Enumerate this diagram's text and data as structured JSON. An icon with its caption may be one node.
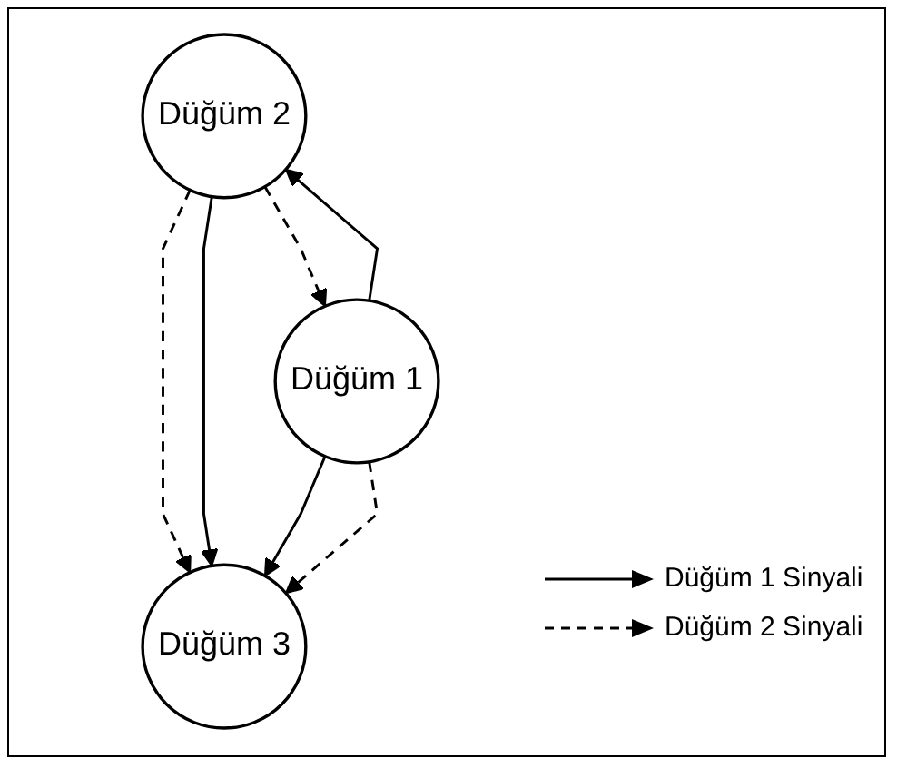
{
  "diagram": {
    "nodes": [
      {
        "text": [
          "Düğüm 2"
        ]
      },
      {
        "text": [
          "Düğüm 3"
        ]
      },
      {
        "text": [
          "Düğüm 1"
        ]
      }
    ],
    "edges": [
      {
        "from": 0,
        "to": 1,
        "arrow": "to",
        "style": "dashed"
      },
      {
        "from": 0,
        "to": 1,
        "arrow": "to"
      },
      {
        "from": 0,
        "to": 2,
        "arrow": "to",
        "style": "dashed"
      },
      {
        "from": 2,
        "to": 0,
        "arrow": "to"
      },
      {
        "from": 2,
        "to": 1,
        "arrow": "to"
      },
      {
        "from": 2,
        "to": 1,
        "arrow": "to",
        "style": "dashed"
      }
    ],
    "legend": [
      {
        "text": "Düğüm 1 Sinyali"
      },
      {
        "text": "Düğüm 2 Sinyali"
      }
    ]
  }
}
